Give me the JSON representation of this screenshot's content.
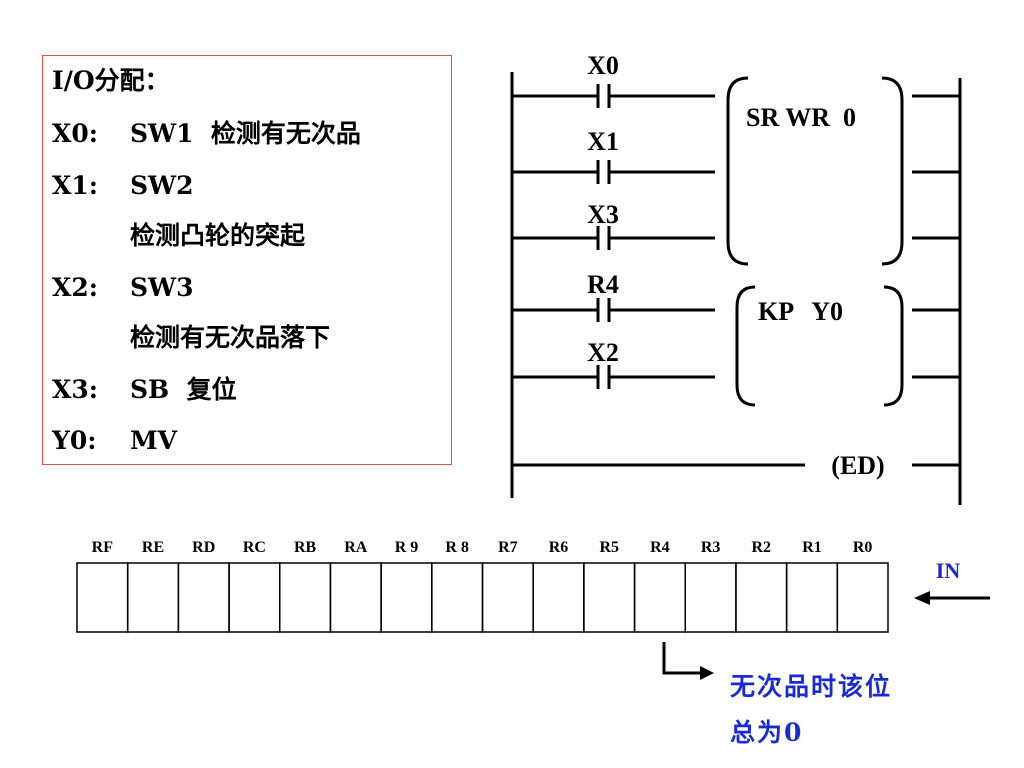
{
  "io": {
    "title": "I/O分配：",
    "rows": [
      {
        "label": "X0:",
        "text": "SW1  检测有无次品"
      },
      {
        "label": "X1:",
        "text": "SW2"
      },
      {
        "label": "",
        "text": "检测凸轮的突起"
      },
      {
        "label": "X2:",
        "text": "SW3"
      },
      {
        "label": "",
        "text": "检测有无次品落下"
      },
      {
        "label": "X3:",
        "text": "SB  复位"
      },
      {
        "label": "Y0:",
        "text": "MV"
      }
    ]
  },
  "ladder": {
    "contacts": [
      "X0",
      "X1",
      "X3",
      "R4",
      "X2"
    ],
    "sr_block": "SR WR  0",
    "kp_block": "KP   Y0",
    "end": "(ED)"
  },
  "register": {
    "bits": [
      "RF",
      "RE",
      "RD",
      "RC",
      "RB",
      "RA",
      "R 9",
      "R 8",
      "R7",
      "R6",
      "R5",
      "R4",
      "R3",
      "R2",
      "R1",
      "R0"
    ],
    "input_label": "IN"
  },
  "note": {
    "line1": "无次品时该位",
    "line2": "总为0"
  },
  "colors": {
    "box_border": "#d9534f",
    "note": "#1a2ad8",
    "line": "#000000"
  }
}
